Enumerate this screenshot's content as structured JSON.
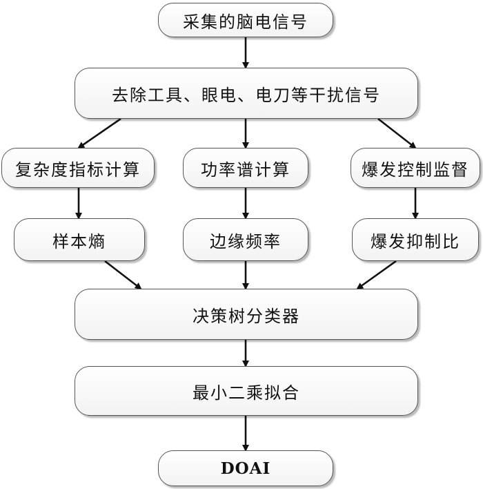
{
  "nodes": {
    "eeg": "采集的脑电信号",
    "artifact": "去除工具、眼电、电刀等干扰信号",
    "complexity": "复杂度指标计算",
    "power": "功率谱计算",
    "burst": "爆发控制监督",
    "sample_entropy": "样本熵",
    "edge_freq": "边缘频率",
    "burst_ratio": "爆发抑制比",
    "decision_tree": "决策树分类器",
    "least_squares": "最小二乘拟合",
    "doai": "DOAI"
  }
}
